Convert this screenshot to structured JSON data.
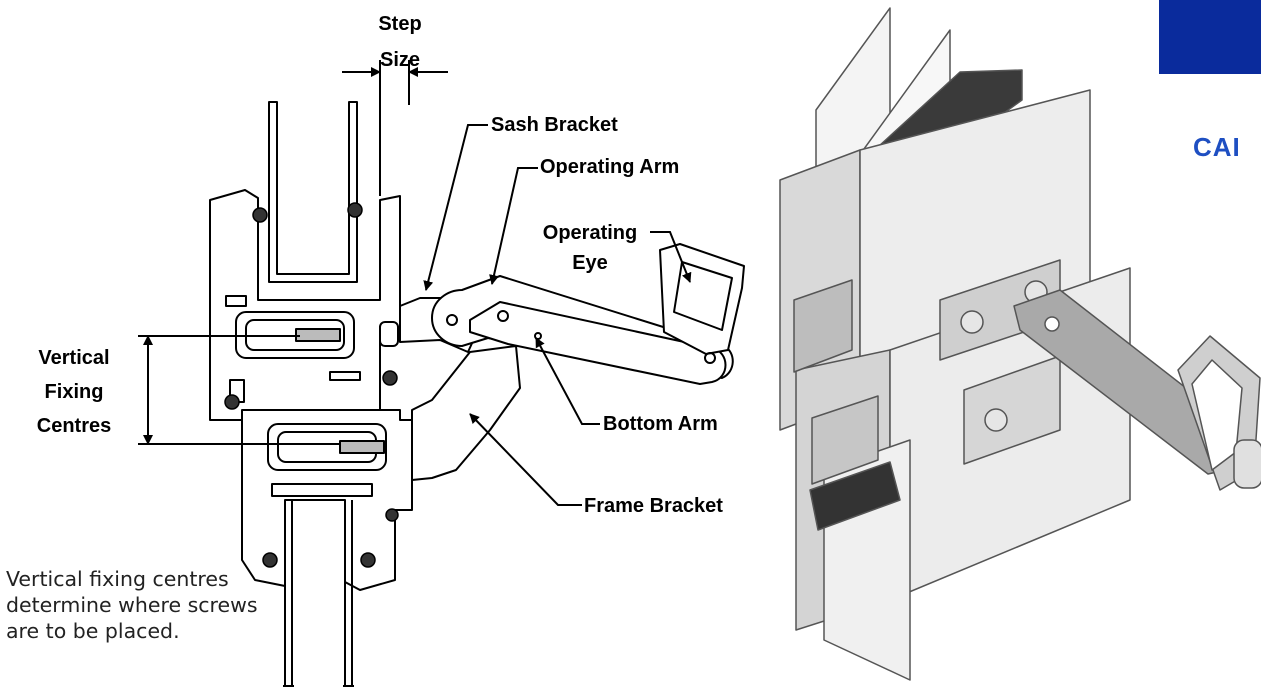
{
  "labels": {
    "step_size": "Step\nSize",
    "sash_bracket": "Sash Bracket",
    "operating_arm": "Operating Arm",
    "operating_eye": "Operating\nEye",
    "vertical_fixing_centres": "Vertical\nFixing\nCentres",
    "bottom_arm": "Bottom Arm",
    "frame_bracket": "Frame Bracket"
  },
  "note": "Vertical fixing centres determine where screws are to be placed.",
  "brand": {
    "text": "CAI",
    "block_color": "#0a2b9c",
    "text_color": "#1e4fc2"
  }
}
